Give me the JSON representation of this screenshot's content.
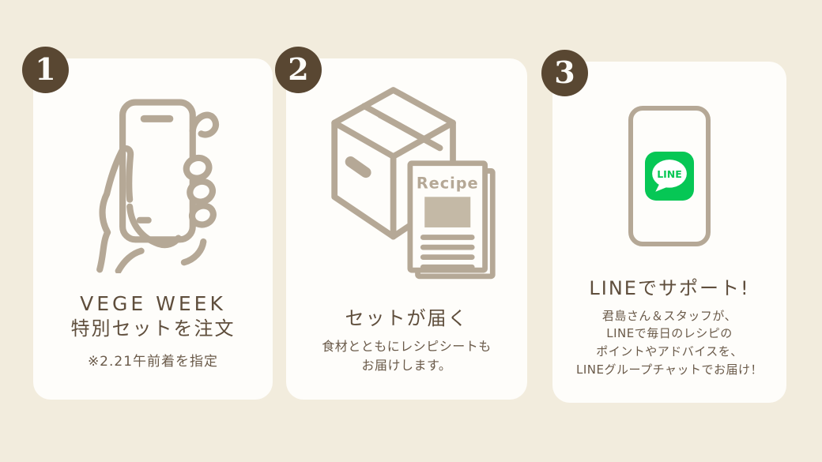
{
  "page": {
    "background_color": "#f2ecdd",
    "card_color": "#fefdfa",
    "badge_color": "#594732",
    "icon_stroke_color": "#b5a896",
    "title_color": "#5f4e3c",
    "body_color": "#6a5a49",
    "line_green": "#06C755"
  },
  "steps": [
    {
      "number": "1",
      "icon": "hand-holding-phone-icon",
      "title_lines": [
        "VEGE WEEK",
        "特別セットを注文"
      ],
      "note": "※2.21午前着を指定"
    },
    {
      "number": "2",
      "icon": "delivery-box-with-recipe-sheet-icon",
      "recipe_label": "Recipe",
      "title_lines": [
        "セットが届く"
      ],
      "body_lines": [
        "食材とともにレシピシートも",
        "お届けします。"
      ]
    },
    {
      "number": "3",
      "icon": "phone-with-line-app-icon",
      "line_label": "LINE",
      "title_lines": [
        "LINEでサポート!"
      ],
      "body_lines": [
        "君島さん＆スタッフが、",
        "LINEで毎日のレシピの",
        "ポイントやアドバイスを、",
        "LINEグループチャットでお届け！"
      ]
    }
  ]
}
